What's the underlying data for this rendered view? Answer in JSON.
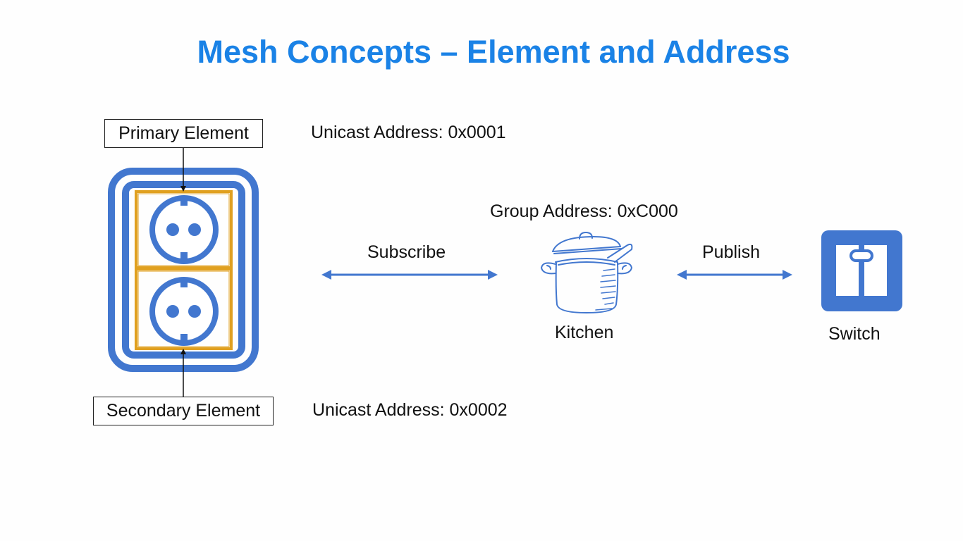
{
  "title": "Mesh Concepts – Element and Address",
  "primary_element_label": "Primary Element",
  "secondary_element_label": "Secondary Element",
  "primary_unicast": "Unicast Address: 0x0001",
  "secondary_unicast": "Unicast Address: 0x0002",
  "group_address": "Group Address: 0xC000",
  "subscribe_label": "Subscribe",
  "publish_label": "Publish",
  "kitchen_label": "Kitchen",
  "switch_label": "Switch",
  "colors": {
    "title": "#1a82e6",
    "icon_blue": "#4277cf",
    "element_outline": "#e0a020"
  },
  "icons": {
    "socket": "double-power-socket-icon",
    "pot": "cooking-pot-icon",
    "switch": "light-switch-icon"
  }
}
